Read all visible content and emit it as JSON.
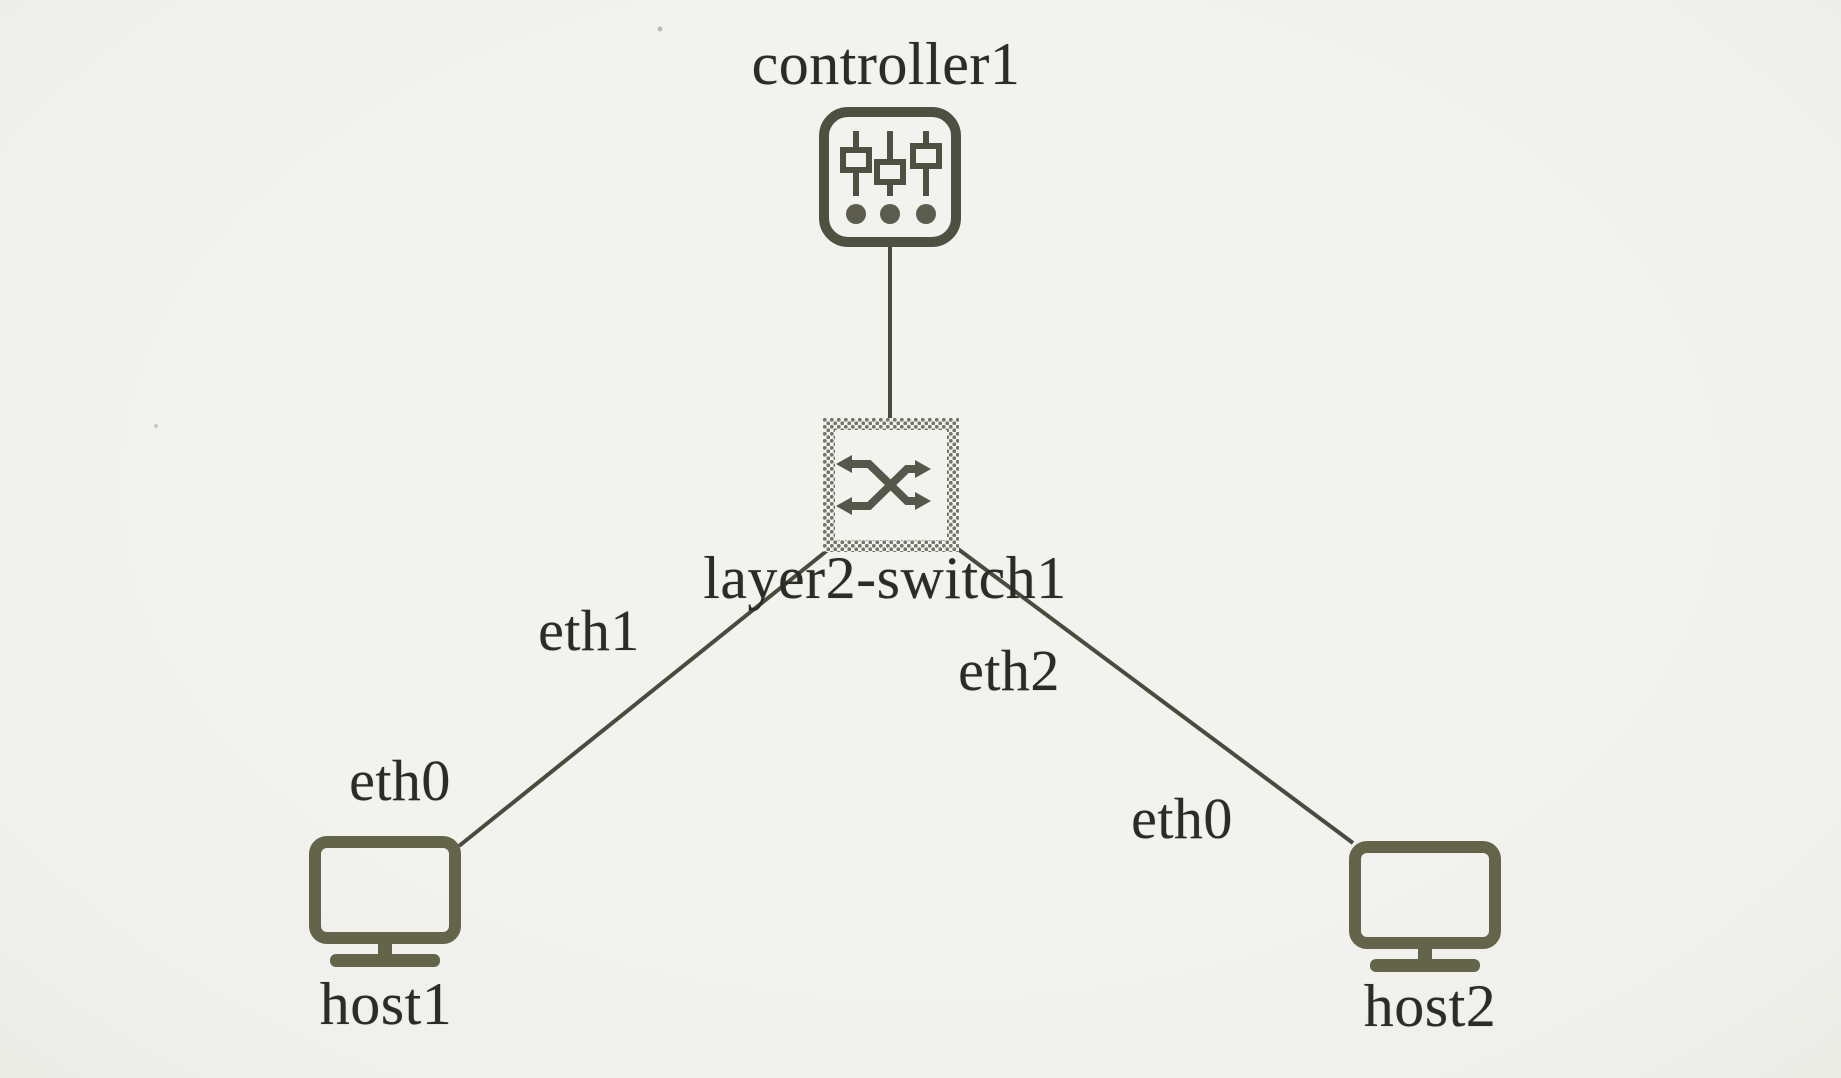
{
  "diagram": {
    "type": "network-topology",
    "nodes": {
      "controller": {
        "label": "controller1",
        "kind": "sdn-controller"
      },
      "switch": {
        "label": "layer2-switch1",
        "kind": "layer2-switch"
      },
      "host1": {
        "label": "host1",
        "kind": "host"
      },
      "host2": {
        "label": "host2",
        "kind": "host"
      }
    },
    "interface_labels": {
      "switch_to_host1": "eth1",
      "switch_to_host2": "eth2",
      "host1": "eth0",
      "host2": "eth0"
    },
    "links": [
      {
        "from": "controller1",
        "to": "layer2-switch1"
      },
      {
        "from": "layer2-switch1",
        "from_port": "eth1",
        "to": "host1",
        "to_port": "eth0"
      },
      {
        "from": "layer2-switch1",
        "from_port": "eth2",
        "to": "host2",
        "to_port": "eth0"
      }
    ],
    "colors": {
      "background": "#f1f1ed",
      "text_ink": "#2c2b26",
      "link_line": "#4a4a3e",
      "controller_icon": "#4f4f42",
      "switch_icon": "#5a5a4c",
      "switch_stipple": "#75756a",
      "host_icon": "#64644b"
    }
  }
}
